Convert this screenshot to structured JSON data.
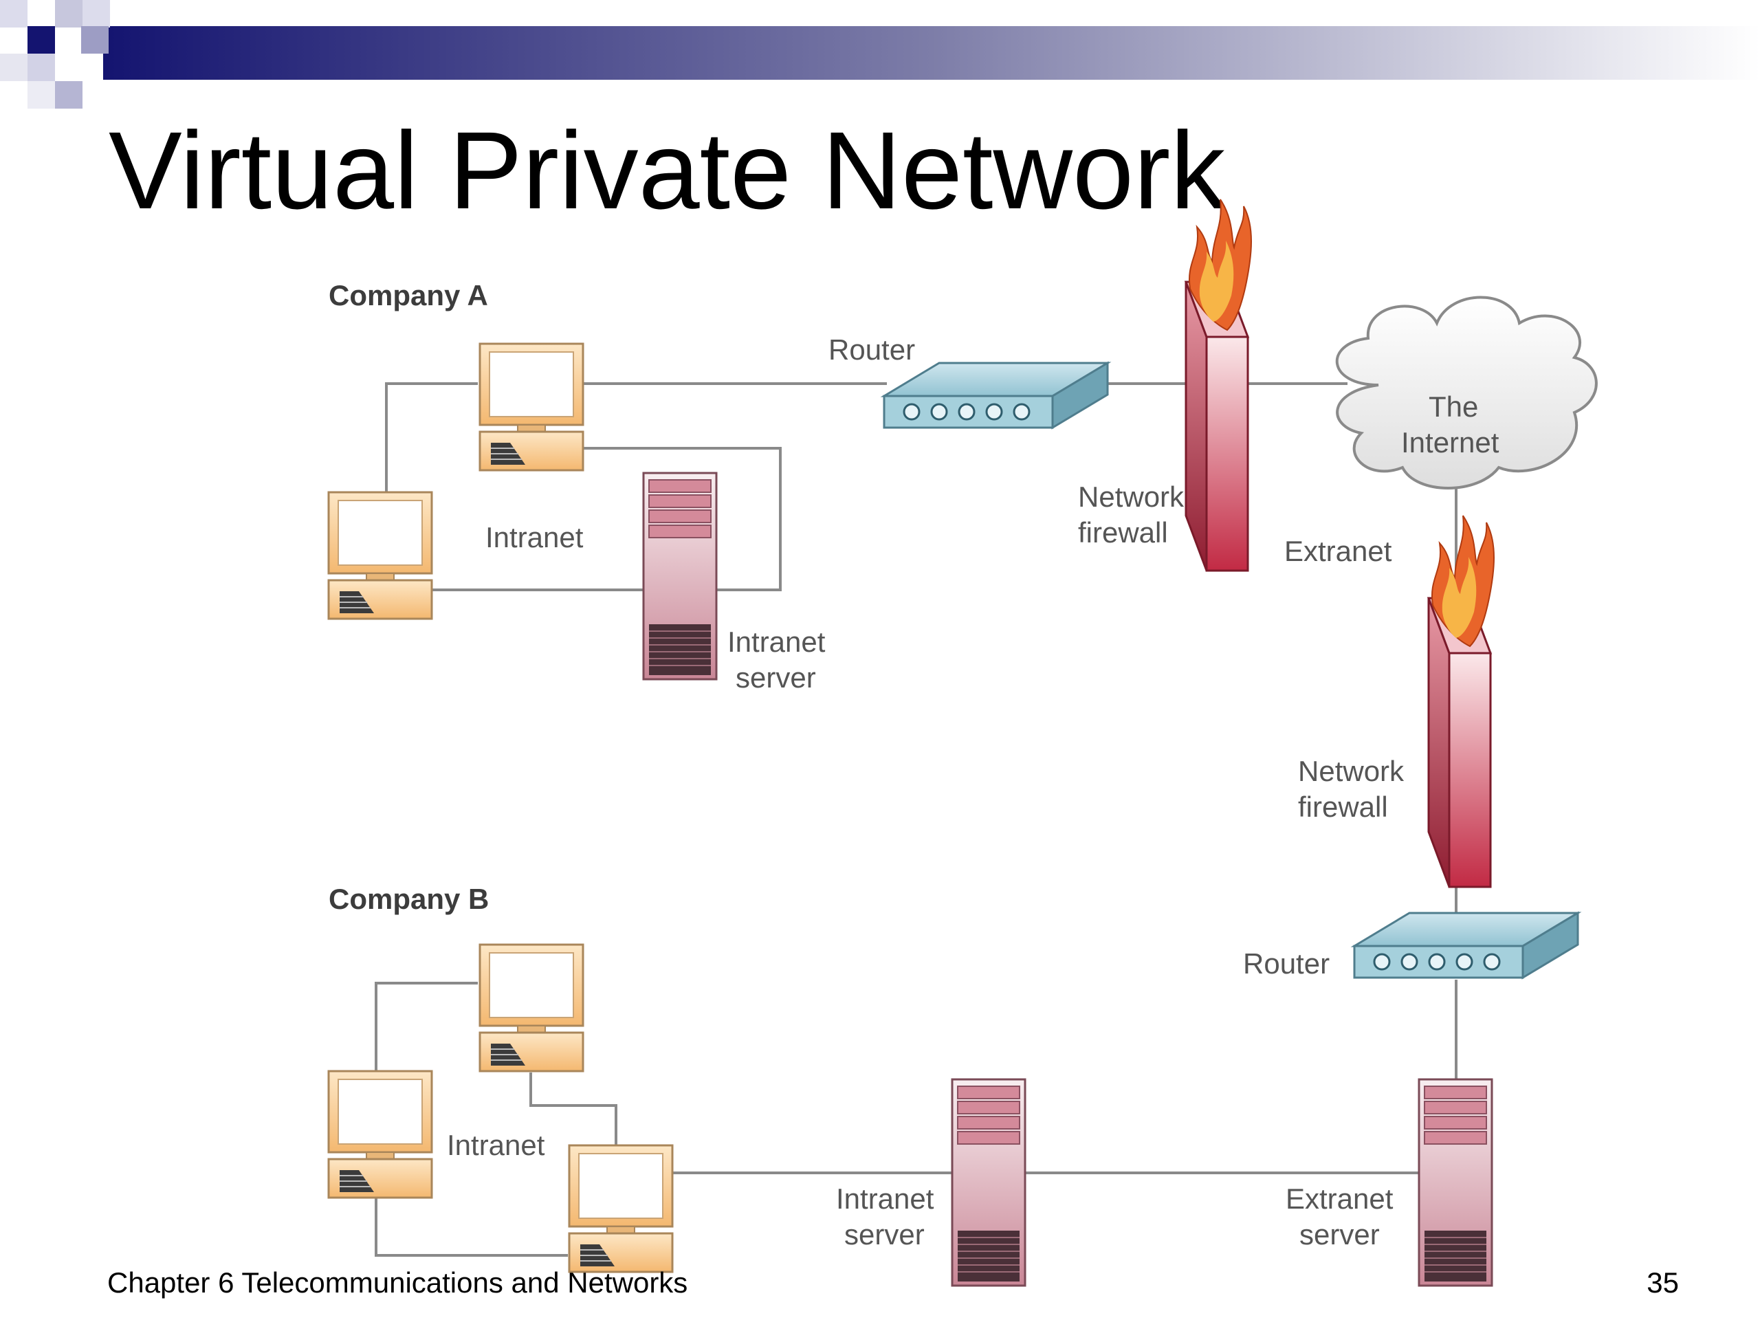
{
  "slide": {
    "title": "Virtual Private Network",
    "footer": "Chapter 6 Telecommunications and Networks",
    "page_number": "35"
  },
  "diagram": {
    "company_a": {
      "label": "Company A",
      "intranet_label": "Intranet",
      "server_label_line1": "Intranet",
      "server_label_line2": "server",
      "router_label": "Router",
      "firewall_label_line1": "Network",
      "firewall_label_line2": "firewall"
    },
    "internet": {
      "label_line1": "The",
      "label_line2": "Internet",
      "extranet_label": "Extranet"
    },
    "company_b": {
      "label": "Company B",
      "intranet_label": "Intranet",
      "intranet_server_line1": "Intranet",
      "intranet_server_line2": "server",
      "extranet_server_line1": "Extranet",
      "extranet_server_line2": "server",
      "router_label": "Router",
      "firewall_label_line1": "Network",
      "firewall_label_line2": "firewall"
    }
  },
  "colors": {
    "accent_dark": "#1a1a7a",
    "monitor": "#f7c98c",
    "router": "#8fc3d2",
    "firewall": "#c8384f",
    "server": "#d7a2ae",
    "line": "#888888"
  }
}
